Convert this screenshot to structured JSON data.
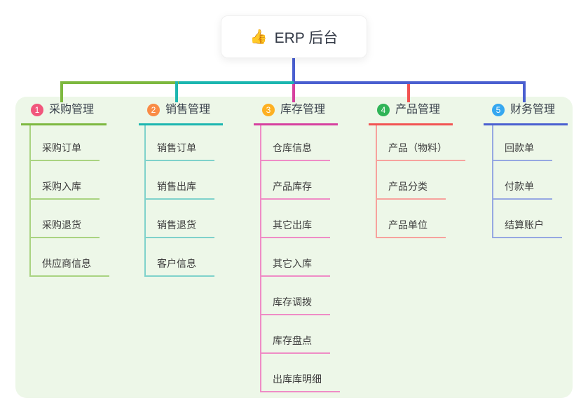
{
  "root": {
    "icon": "👍",
    "label": "ERP 后台"
  },
  "colors": {
    "panel_bg": "#edf7e8",
    "root_connector": "#4a5fd0",
    "bus_segments": [
      "#7db83f",
      "#1cb6b0",
      "#4a5fd0"
    ],
    "branch_1": {
      "badge": "#f1567c",
      "line": "#7db83f",
      "child_line": "#a9d381"
    },
    "branch_2": {
      "badge": "#f98b45",
      "line": "#1cb6b0",
      "child_line": "#7fd2cb"
    },
    "branch_3": {
      "badge": "#fdb022",
      "line": "#d6409f",
      "child_line": "#ef8cc6"
    },
    "branch_4": {
      "badge": "#2fb457",
      "line": "#f25352",
      "child_line": "#f7a29d"
    },
    "branch_5": {
      "badge": "#35a7f0",
      "line": "#4a5fd0",
      "child_line": "#96a8e2"
    }
  },
  "branches": [
    {
      "num": "1",
      "label": "采购管理",
      "children": [
        "采购订单",
        "采购入库",
        "采购退货",
        "供应商信息"
      ]
    },
    {
      "num": "2",
      "label": "销售管理",
      "children": [
        "销售订单",
        "销售出库",
        "销售退货",
        "客户信息"
      ]
    },
    {
      "num": "3",
      "label": "库存管理",
      "children": [
        "仓库信息",
        "产品库存",
        "其它出库",
        "其它入库",
        "库存调拨",
        "库存盘点",
        "出库库明细"
      ]
    },
    {
      "num": "4",
      "label": "产品管理",
      "children": [
        "产品（物料）",
        "产品分类",
        "产品单位"
      ]
    },
    {
      "num": "5",
      "label": "财务管理",
      "children": [
        "回款单",
        "付款单",
        "结算账户"
      ]
    }
  ]
}
